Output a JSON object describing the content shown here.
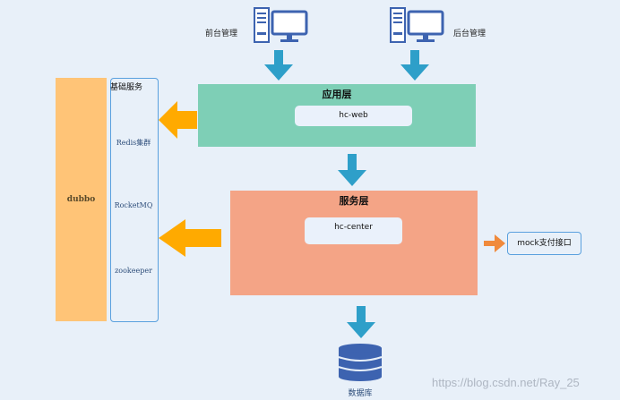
{
  "clients": {
    "front": "前台管理",
    "back": "后台管理"
  },
  "app_layer": {
    "title": "应用层",
    "module": "hc-web"
  },
  "service_layer": {
    "title": "服务层",
    "module": "hc-center"
  },
  "base_services": {
    "title": "基础服务",
    "items": [
      "Redis集群",
      "RocketMQ",
      "zookeeper"
    ]
  },
  "dubbo": "dubbo",
  "mock": "mock支付接口",
  "database": "数据库",
  "watermark": "https://blog.csdn.net/Ray_25",
  "colors": {
    "app_layer": "#7ecfb6",
    "service_layer": "#f4a486",
    "dubbo": "#ffc477",
    "down_arrow": "#2e9fc9",
    "left_arrow": "#ffaa00",
    "mock_arrow": "#f08a3c",
    "icon": "#3d63b0"
  }
}
